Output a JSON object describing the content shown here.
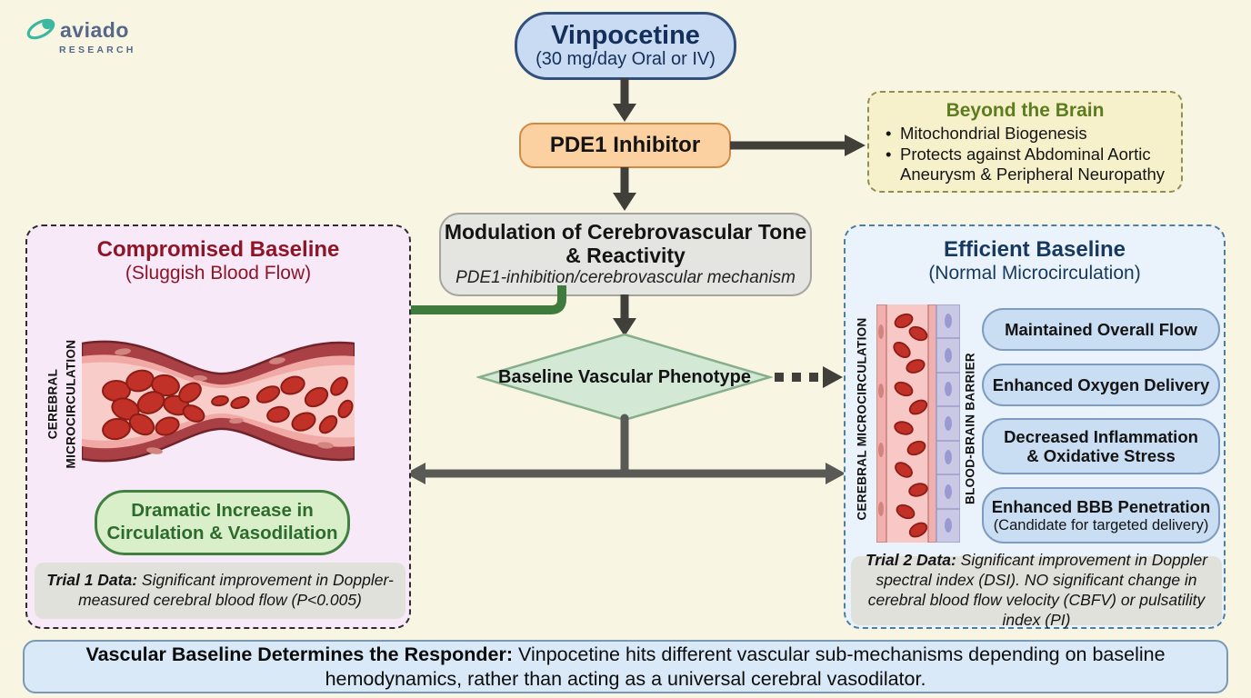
{
  "logo": {
    "name": "aviado",
    "sub": "RESEARCH"
  },
  "flow": {
    "vinpocetine": {
      "title": "Vinpocetine",
      "subtitle": "(30 mg/day Oral or IV)"
    },
    "pde1": {
      "label": "PDE1 Inhibitor"
    },
    "beyond": {
      "title": "Beyond the Brain",
      "bullets": [
        "Mitochondrial Biogenesis",
        "Protects against Abdominal Aortic Aneurysm & Peripheral Neuropathy"
      ]
    },
    "modulation": {
      "title": "Modulation of Cerebrovascular Tone & Reactivity",
      "subtitle": "PDE1-inhibition/cerebrovascular mechanism"
    },
    "decision": {
      "label": "Baseline Vascular Phenotype"
    }
  },
  "left_panel": {
    "title": "Compromised Baseline",
    "subtitle": "(Sluggish Blood Flow)",
    "vessel_label_line1": "CEREBRAL",
    "vessel_label_line2": "MICROCIRCULATION",
    "outcome": "Dramatic Increase in Circulation & Vasodilation",
    "trial_label": "Trial 1 Data:",
    "trial_text": " Significant improvement in Doppler-measured cerebral blood flow (P<0.005)"
  },
  "right_panel": {
    "title": "Efficient Baseline",
    "subtitle": "(Normal Microcirculation)",
    "vessel_label": "CEREBRAL MICROCIRCULATION",
    "bbb_label": "BLOOD-BRAIN BARRIER",
    "pills": [
      "Maintained Overall Flow",
      "Enhanced Oxygen Delivery",
      "Decreased Inflammation & Oxidative Stress",
      "Enhanced BBB Penetration"
    ],
    "pill4_sub": "(Candidate for targeted delivery)",
    "trial_label": "Trial 2 Data:",
    "trial_text": " Significant improvement in Doppler spectral index (DSI). NO significant change in cerebral blood flow velocity (CBFV) or pulsatility index (PI)"
  },
  "footer": {
    "bold": "Vascular Baseline Determines the Responder:",
    "text": " Vinpocetine hits different vascular sub-mechanisms depending on baseline hemodynamics, rather than acting as a universal cerebral vasodilator."
  },
  "colors": {
    "background": "#f8f6e3",
    "vinpocetine_fill": "#c9dbf2",
    "vinpocetine_border": "#33507c",
    "pde1_fill": "#fbd1a2",
    "pde1_border": "#d18a46",
    "beyond_fill": "#f6f1ca",
    "beyond_title": "#5d7c20",
    "modulation_fill": "#e4e4e1",
    "diamond_fill": "#d3e9d5",
    "diamond_border": "#87ae8b",
    "left_panel_fill": "#f7e9f7",
    "left_accent": "#8e1527",
    "green_arrow": "#3e7b3c",
    "green_pill_fill": "#d8efca",
    "green_pill_text": "#2d6b2c",
    "right_panel_fill": "#eaf3fb",
    "right_accent": "#17395d",
    "blue_pill_fill": "#c9ddf3",
    "trial_fill": "#e1e1dc",
    "footer_fill": "#d9e9f8",
    "arrow_dark": "#413f3a",
    "logo_teal": "#3bb89f",
    "logo_text": "#55688a"
  }
}
